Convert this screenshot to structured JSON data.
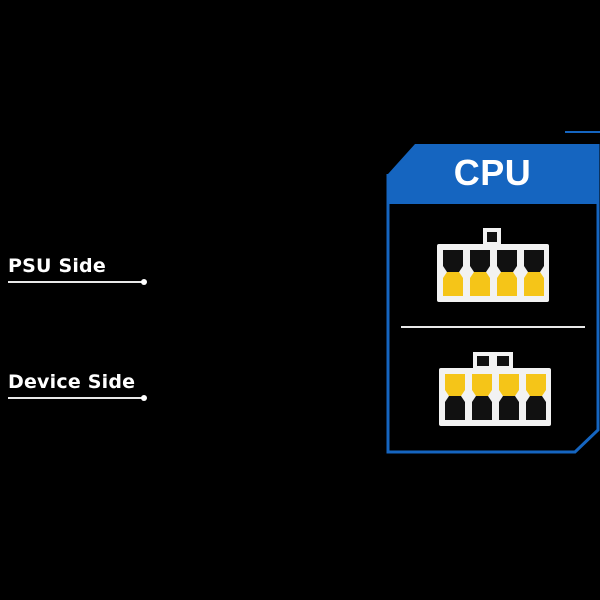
{
  "labels": {
    "psu_side": "PSU Side",
    "device_side": "Device Side"
  },
  "card": {
    "title": "CPU"
  },
  "colors": {
    "background": "#000000",
    "accent_blue": "#1565c0",
    "pin_yellow": "#f5c518",
    "pin_black": "#111111",
    "housing_white": "#f2f2f2",
    "text": "#ffffff"
  },
  "connectors": {
    "psu_side": {
      "pins": 8,
      "columns": 4,
      "latch": "single"
    },
    "device_side": {
      "pins": 8,
      "columns": 4,
      "latch": "double"
    }
  },
  "icons": [
    "eps-8pin-psu-connector-icon",
    "eps-8pin-device-connector-icon"
  ]
}
